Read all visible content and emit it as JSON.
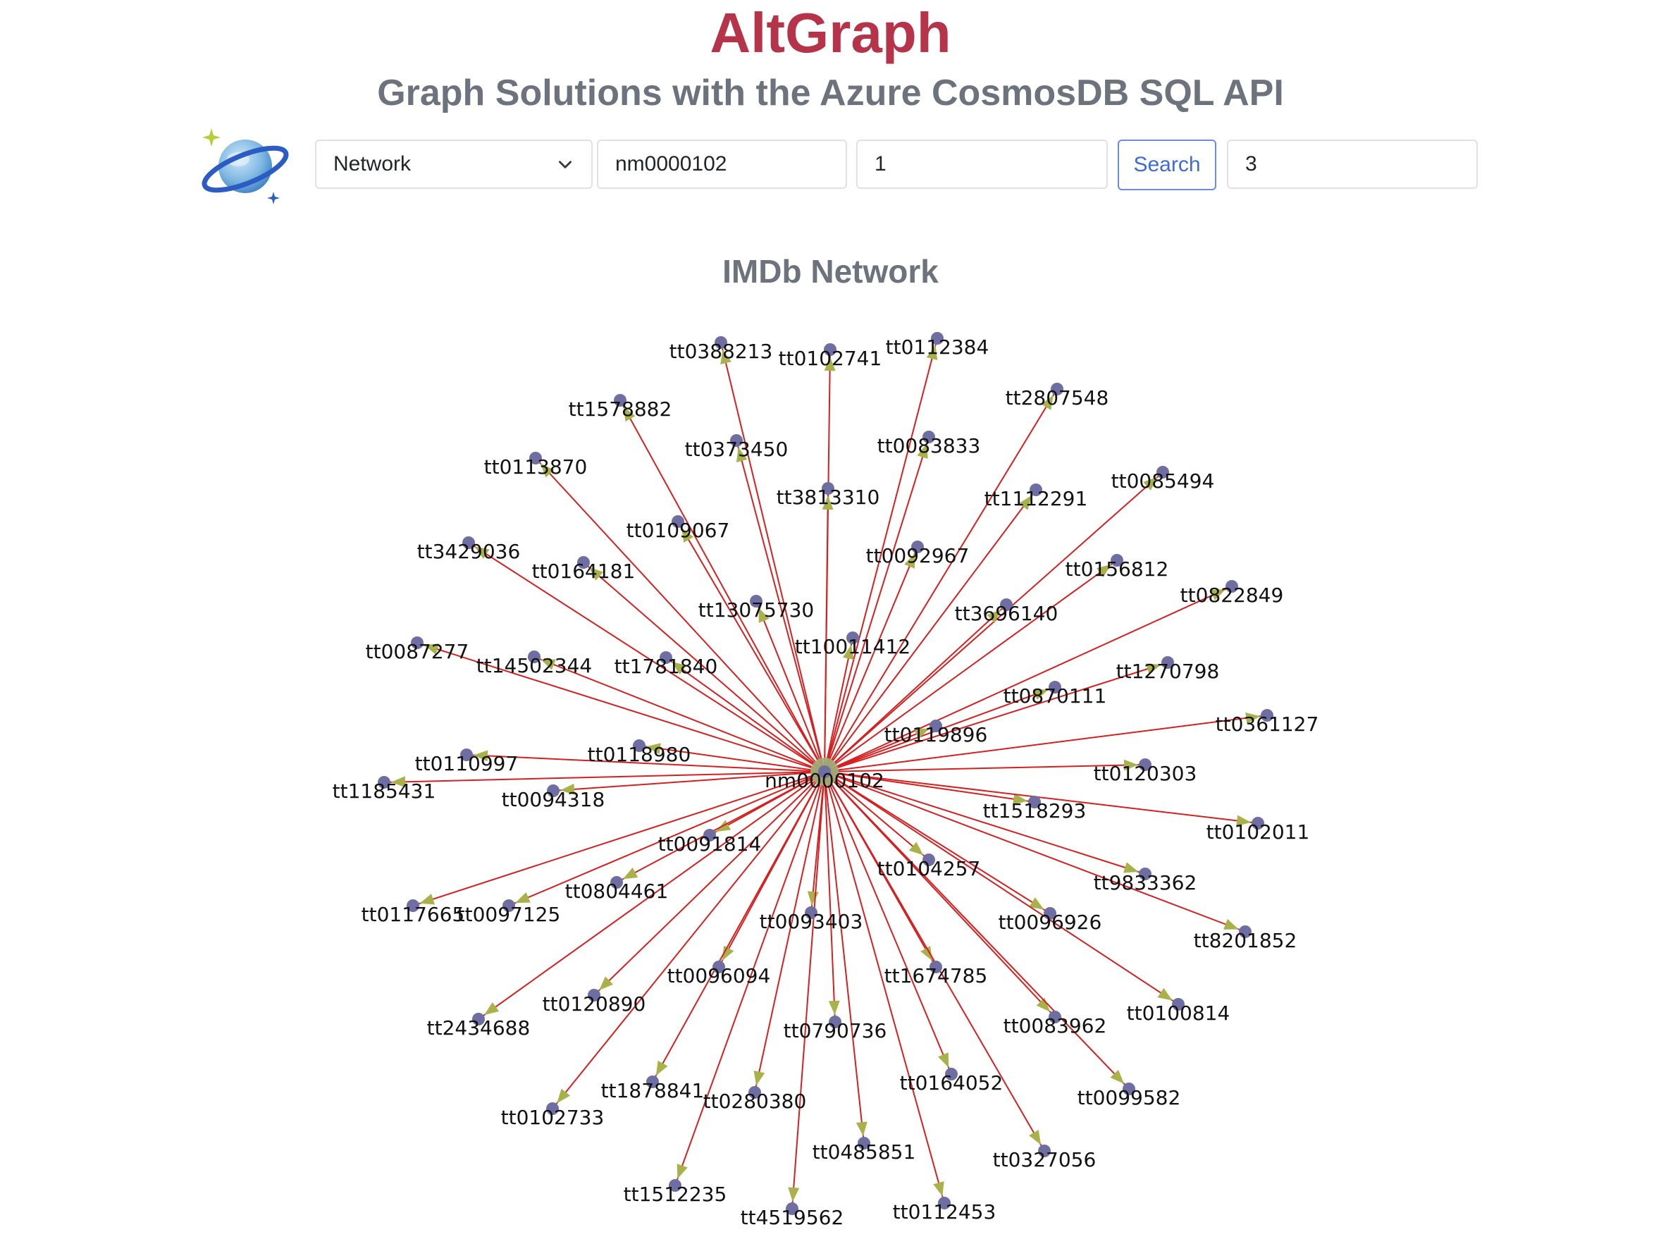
{
  "header": {
    "title": "AltGraph",
    "subtitle": "Graph Solutions with the Azure CosmosDB SQL API"
  },
  "search": {
    "mode": "Network",
    "mode_options": [
      "Network"
    ],
    "entity_id": "nm0000102",
    "depth": "1",
    "button_label": "Search",
    "limit": "3"
  },
  "graph": {
    "title": "IMDb Network",
    "center": {
      "id": "nm0000102"
    },
    "nodes": [
      {
        "id": "tt0388213"
      },
      {
        "id": "tt0102741"
      },
      {
        "id": "tt0112384"
      },
      {
        "id": "tt1578882"
      },
      {
        "id": "tt2807548"
      },
      {
        "id": "tt0373450"
      },
      {
        "id": "tt0083833"
      },
      {
        "id": "tt0113870"
      },
      {
        "id": "tt3813310"
      },
      {
        "id": "tt1112291"
      },
      {
        "id": "tt0085494"
      },
      {
        "id": "tt0109067"
      },
      {
        "id": "tt3429036"
      },
      {
        "id": "tt0164181"
      },
      {
        "id": "tt0092967"
      },
      {
        "id": "tt0156812"
      },
      {
        "id": "tt0822849"
      },
      {
        "id": "tt13075730"
      },
      {
        "id": "tt3696140"
      },
      {
        "id": "tt10011412"
      },
      {
        "id": "tt0087277"
      },
      {
        "id": "tt14502344"
      },
      {
        "id": "tt1781840"
      },
      {
        "id": "tt1270798"
      },
      {
        "id": "tt0870111"
      },
      {
        "id": "tt0361127"
      },
      {
        "id": "tt0119896"
      },
      {
        "id": "tt0118980"
      },
      {
        "id": "tt0110997"
      },
      {
        "id": "tt0120303"
      },
      {
        "id": "tt1185431"
      },
      {
        "id": "tt0094318"
      },
      {
        "id": "tt1518293"
      },
      {
        "id": "tt0102011"
      },
      {
        "id": "tt0091814"
      },
      {
        "id": "tt0104257"
      },
      {
        "id": "tt9833362"
      },
      {
        "id": "tt0804461"
      },
      {
        "id": "tt0117665"
      },
      {
        "id": "tt0097125"
      },
      {
        "id": "tt0093403"
      },
      {
        "id": "tt0096926"
      },
      {
        "id": "tt8201852"
      },
      {
        "id": "tt0096094"
      },
      {
        "id": "tt1674785"
      },
      {
        "id": "tt0120890"
      },
      {
        "id": "tt0100814"
      },
      {
        "id": "tt2434688"
      },
      {
        "id": "tt0790736"
      },
      {
        "id": "tt0083962"
      },
      {
        "id": "tt1878841"
      },
      {
        "id": "tt0164052"
      },
      {
        "id": "tt0280380"
      },
      {
        "id": "tt0099582"
      },
      {
        "id": "tt0102733"
      },
      {
        "id": "tt0485851"
      },
      {
        "id": "tt0327056"
      },
      {
        "id": "tt1512235"
      },
      {
        "id": "tt4519562"
      },
      {
        "id": "tt0112453"
      }
    ]
  },
  "colors": {
    "title": "#b5344a",
    "subtitle": "#6c737d",
    "edge": "#d62020",
    "node": "#6e6ea3",
    "arrow": "#a9b24a",
    "center_node": "#9fb07a",
    "search_button": "#3f6ad8"
  },
  "icons": {
    "logo": "cosmosdb-planet-icon",
    "select_caret": "chevron-down-icon"
  }
}
